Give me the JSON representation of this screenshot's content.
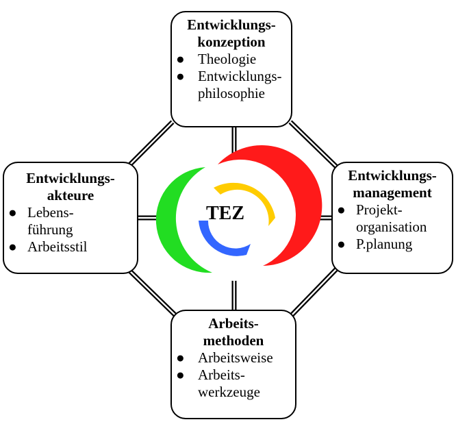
{
  "center": {
    "label": "TEZ"
  },
  "boxes": {
    "top": {
      "title": [
        "Entwicklungs-",
        "konzeption"
      ],
      "items": [
        [
          "Theologie"
        ],
        [
          "Entwicklungs-",
          "philosophie"
        ]
      ]
    },
    "left": {
      "title": [
        "Entwicklungs-",
        "akteure"
      ],
      "items": [
        [
          "Lebens-",
          "führung"
        ],
        [
          "Arbeitsstil"
        ]
      ]
    },
    "right": {
      "title": [
        "Entwicklungs-",
        "management"
      ],
      "items": [
        [
          "Projekt-",
          "organisation"
        ],
        [
          "P.planung"
        ]
      ]
    },
    "bottom": {
      "title": [
        "Arbeits-",
        "methoden"
      ],
      "items": [
        [
          "Arbeitsweise"
        ],
        [
          "Arbeits-",
          "werkzeuge"
        ]
      ]
    }
  },
  "colors": {
    "logo_red": "#ff1a1a",
    "logo_green": "#22dd22",
    "logo_yellow": "#ffcc00",
    "logo_blue": "#3366ff",
    "line": "#000000"
  },
  "icons": {
    "bullet": "●"
  }
}
